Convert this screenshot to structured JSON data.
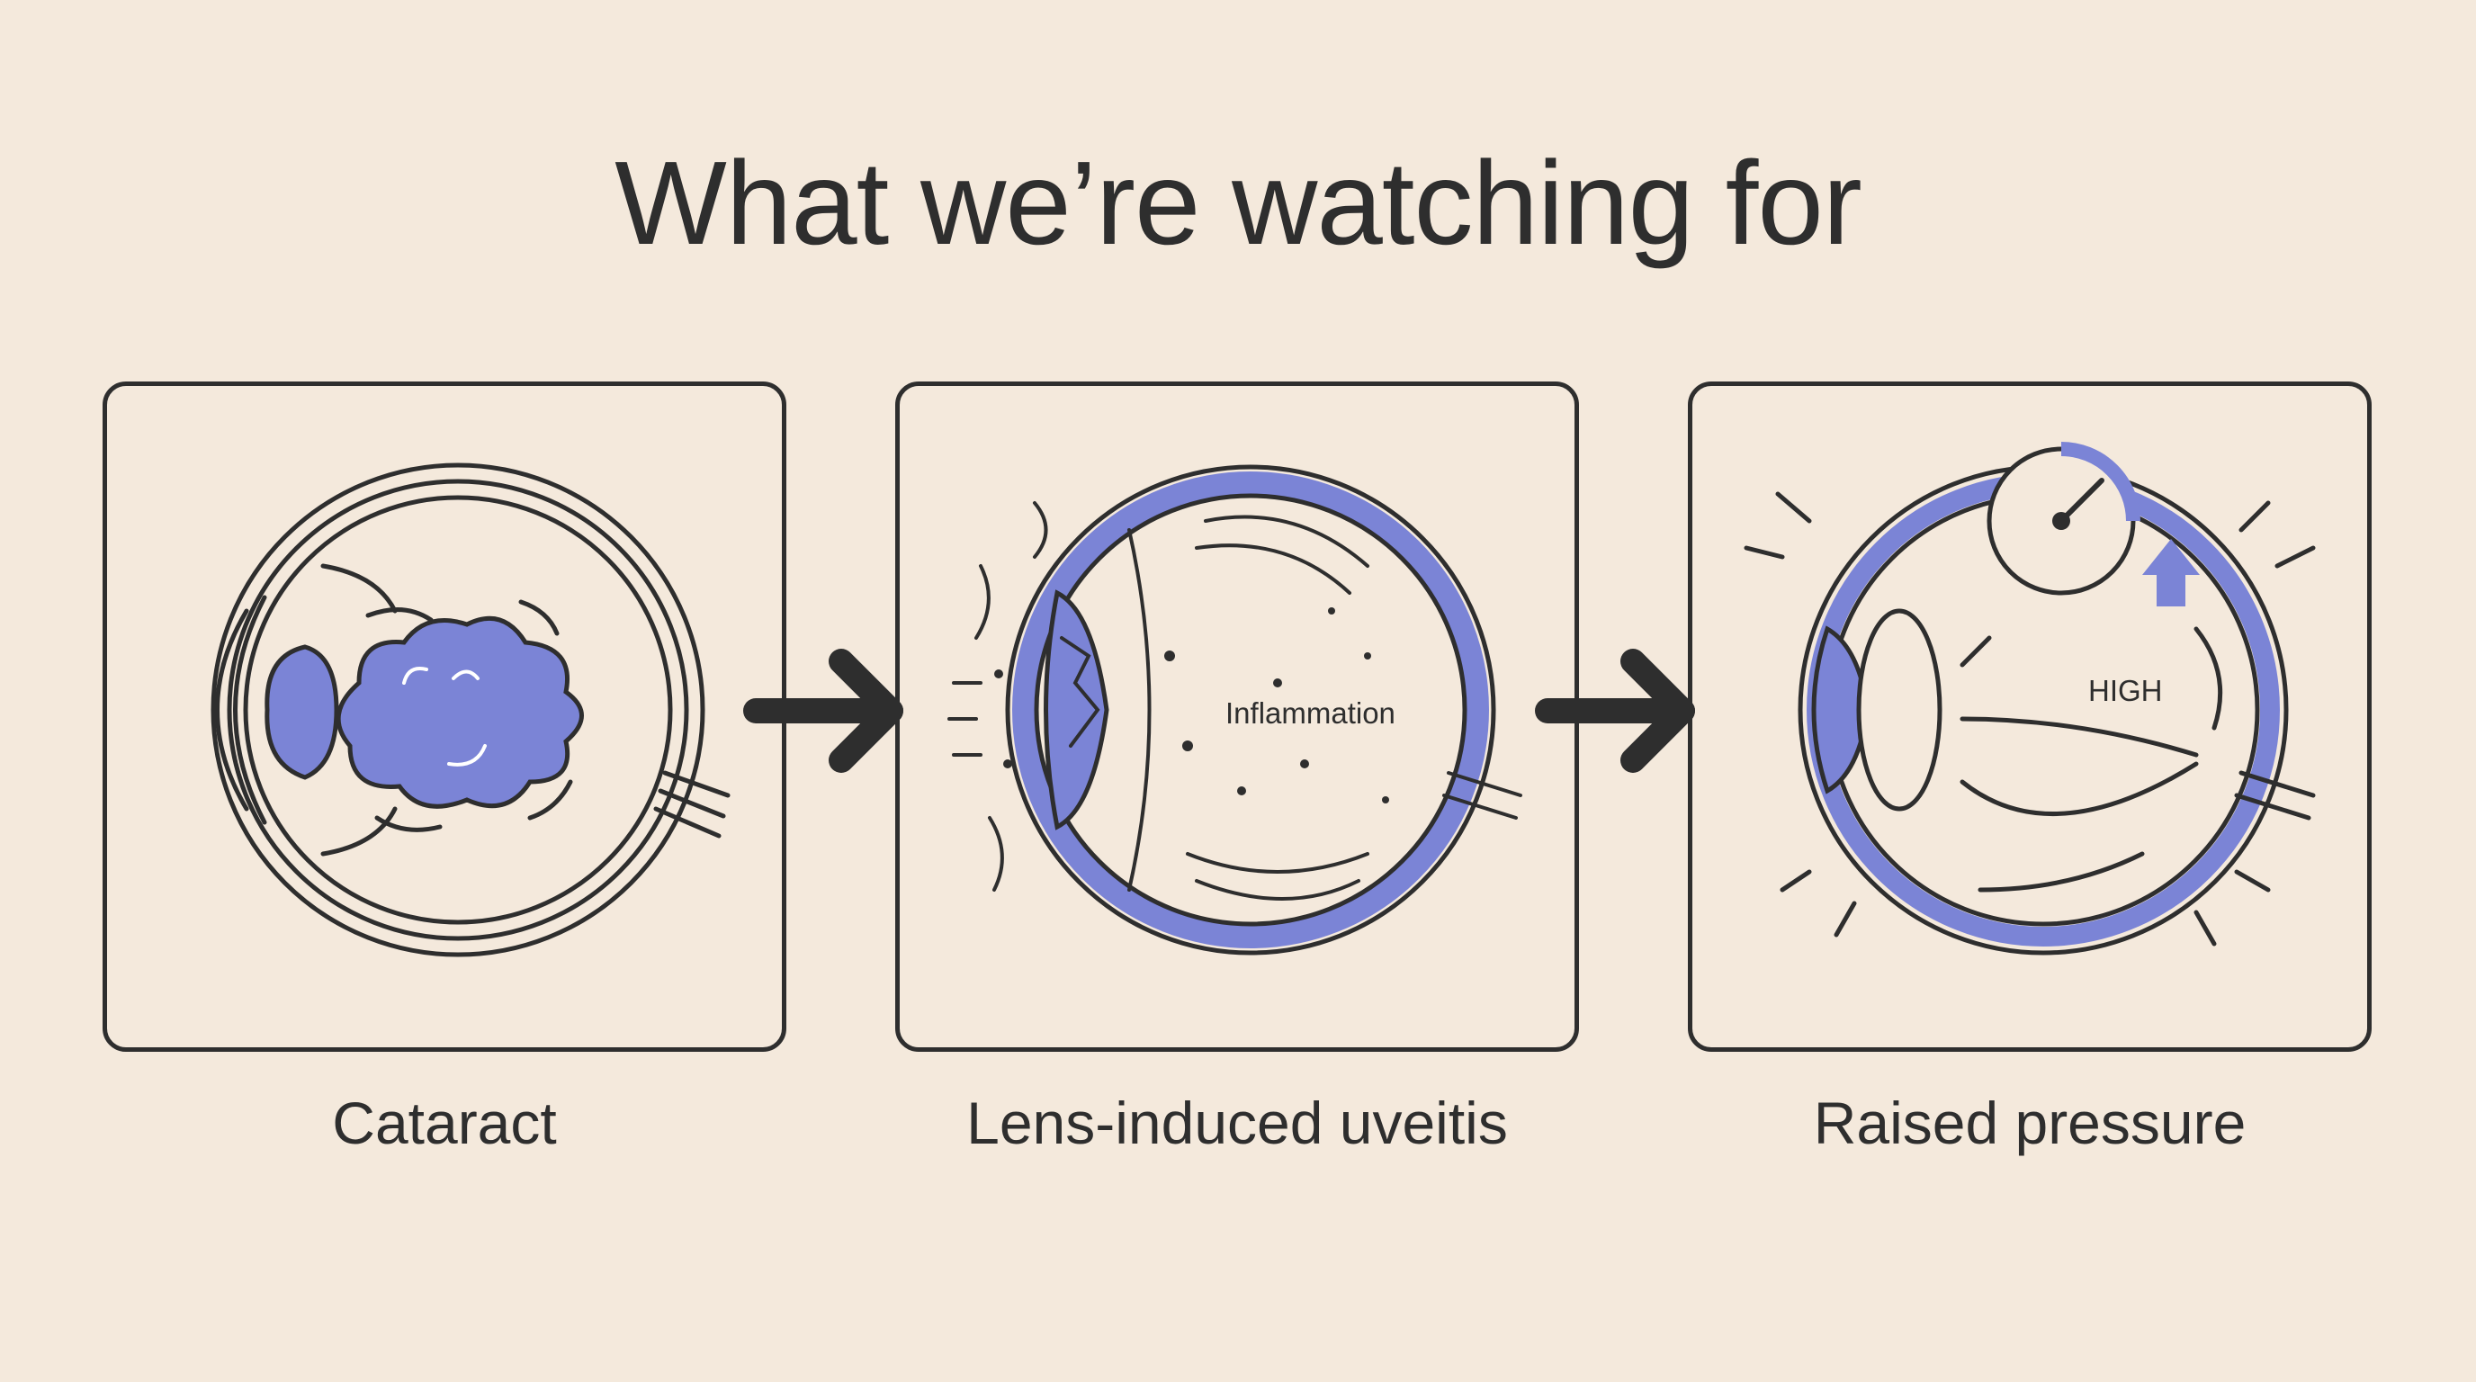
{
  "title": "What we’re watching for",
  "colors": {
    "background": "#f4e9dc",
    "ink": "#2e2e2e",
    "accent": "#7b84d6"
  },
  "panels": [
    {
      "caption": "Cataract",
      "icon": "cloudy-lens-eye"
    },
    {
      "caption": "Lens-induced uveitis",
      "icon": "inflamed-eye",
      "label": "Inflammation"
    },
    {
      "caption": "Raised pressure",
      "icon": "pressure-gauge-eye",
      "label": "HIGH"
    }
  ],
  "connectors": [
    "arrow-right-icon",
    "arrow-right-icon"
  ]
}
